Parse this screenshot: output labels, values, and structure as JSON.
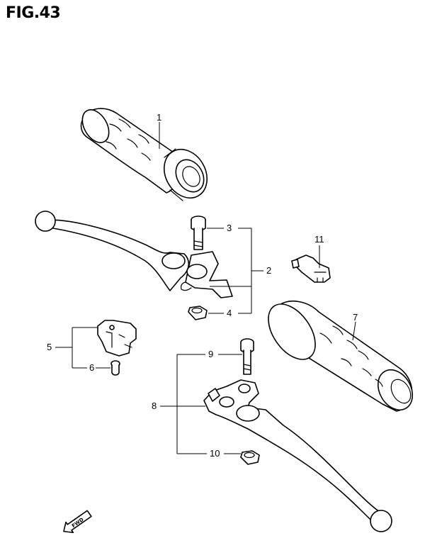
{
  "figure": {
    "title": "FIG.43"
  },
  "callouts": {
    "c1": "1",
    "c2": "2",
    "c3": "3",
    "c4": "4",
    "c5": "5",
    "c6": "6",
    "c7": "7",
    "c8": "8",
    "c9": "9",
    "c10": "10",
    "c11": "11"
  },
  "direction_badge": "FWD"
}
